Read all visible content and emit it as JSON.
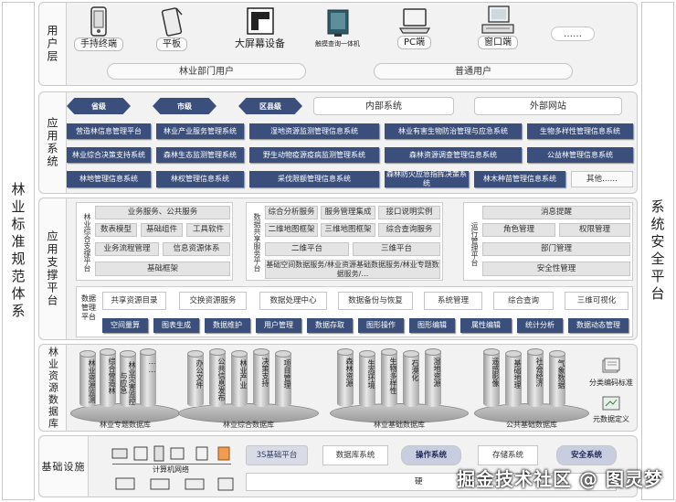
{
  "side_left": "林业标准规范体系",
  "side_right": "系统安全平台",
  "user_layer": {
    "label": "用户层",
    "devices": [
      "手持终端",
      "平板",
      "大屏幕设备",
      "触摸查询一体机",
      "PC端",
      "窗口端",
      "……"
    ],
    "groups": [
      "林业部门用户",
      "普通用户"
    ]
  },
  "app_layer": {
    "label": "应用系统",
    "levels": [
      "省级",
      "市级",
      "区县级"
    ],
    "network": [
      "内部系统",
      "外部网站"
    ],
    "rows": [
      [
        "营造林信息管理平台",
        "林业产业服务管理系统",
        "湿地资源监测管理信息系统",
        "林业有害生物防治管理与应急系统",
        "生物多样性管理信息系统"
      ],
      [
        "林业综合决策支持系统",
        "森林生态监测管理系统",
        "野生动物疫源疫病监测管理系统",
        "森林资源调查管理信息系统",
        "公益林管理信息系统"
      ],
      [
        "林地管理信息系统",
        "林权管理信息系统",
        "采伐限额管理信息系统",
        "森林防火应急指挥决策系统",
        "林木种苗管理信息系统",
        "其他……"
      ]
    ]
  },
  "support_layer": {
    "label": "应用支撑平台",
    "blocks": {
      "comprehensive": {
        "title": "林业综合支撑平台",
        "items": [
          "业务服务、公共服务",
          "数表模型",
          "基础组件",
          "工具软件",
          "业务流程管理",
          "信息资源体系",
          "基础框架"
        ]
      },
      "sharing": {
        "title": "数据共享服务平台",
        "items": [
          "综合分析服务",
          "服务管理集成",
          "接口说明实例",
          "二维地图框架",
          "三维地图框架",
          "综合查询服务",
          "二维平台",
          "三维平台",
          "基础空间数据服务/林业资源基础数据服务/林业专题数据服务/…"
        ]
      },
      "ops": {
        "title": "运行管理平台",
        "items": [
          "消息提醒",
          "角色管理",
          "权限管理",
          "部门管理",
          "安全性管理"
        ]
      }
    },
    "data_mgmt": {
      "title": "数据管理平台",
      "top": [
        "共享资源目录",
        "交换资源服务",
        "数据处理中心",
        "数据备份与恢复",
        "系统管理",
        "综合查询",
        "三维可视化"
      ],
      "bottom": [
        "空间量算",
        "图表生成",
        "数据维护",
        "用户管理",
        "数据存取",
        "图形操作",
        "图形编辑",
        "属性编辑",
        "统计分析",
        "数据动态管理"
      ]
    }
  },
  "db_layer": {
    "label": "林业资源数据库",
    "groups": [
      {
        "name": "林业专题数据库",
        "items": [
          "林业资源监测",
          "综合营造林",
          "林业灾害监控与应急",
          "……"
        ]
      },
      {
        "name": "林业综合数据库",
        "items": [
          "办公文件",
          "公共信息发布",
          "林业产业",
          "决策支持",
          "项目管理"
        ]
      },
      {
        "name": "林业基础数据库",
        "items": [
          "森林资源",
          "生态环境",
          "生物多样性",
          "石漠化",
          "湿地资源"
        ]
      },
      {
        "name": "公共基础数据库",
        "items": [
          "遥感影像",
          "基础地理",
          "社会经济",
          "气象数据"
        ]
      }
    ],
    "standards": [
      "分类编码标准",
      "元数据定义"
    ]
  },
  "infra_layer": {
    "label": "基础设施",
    "network": "计算机网络",
    "items": [
      "3S基础平台",
      "数据库系统",
      "操作系统",
      "存储系统",
      "安全系统"
    ],
    "hardware": "硬"
  },
  "watermark": "掘金技术社区 @ 图灵梦"
}
